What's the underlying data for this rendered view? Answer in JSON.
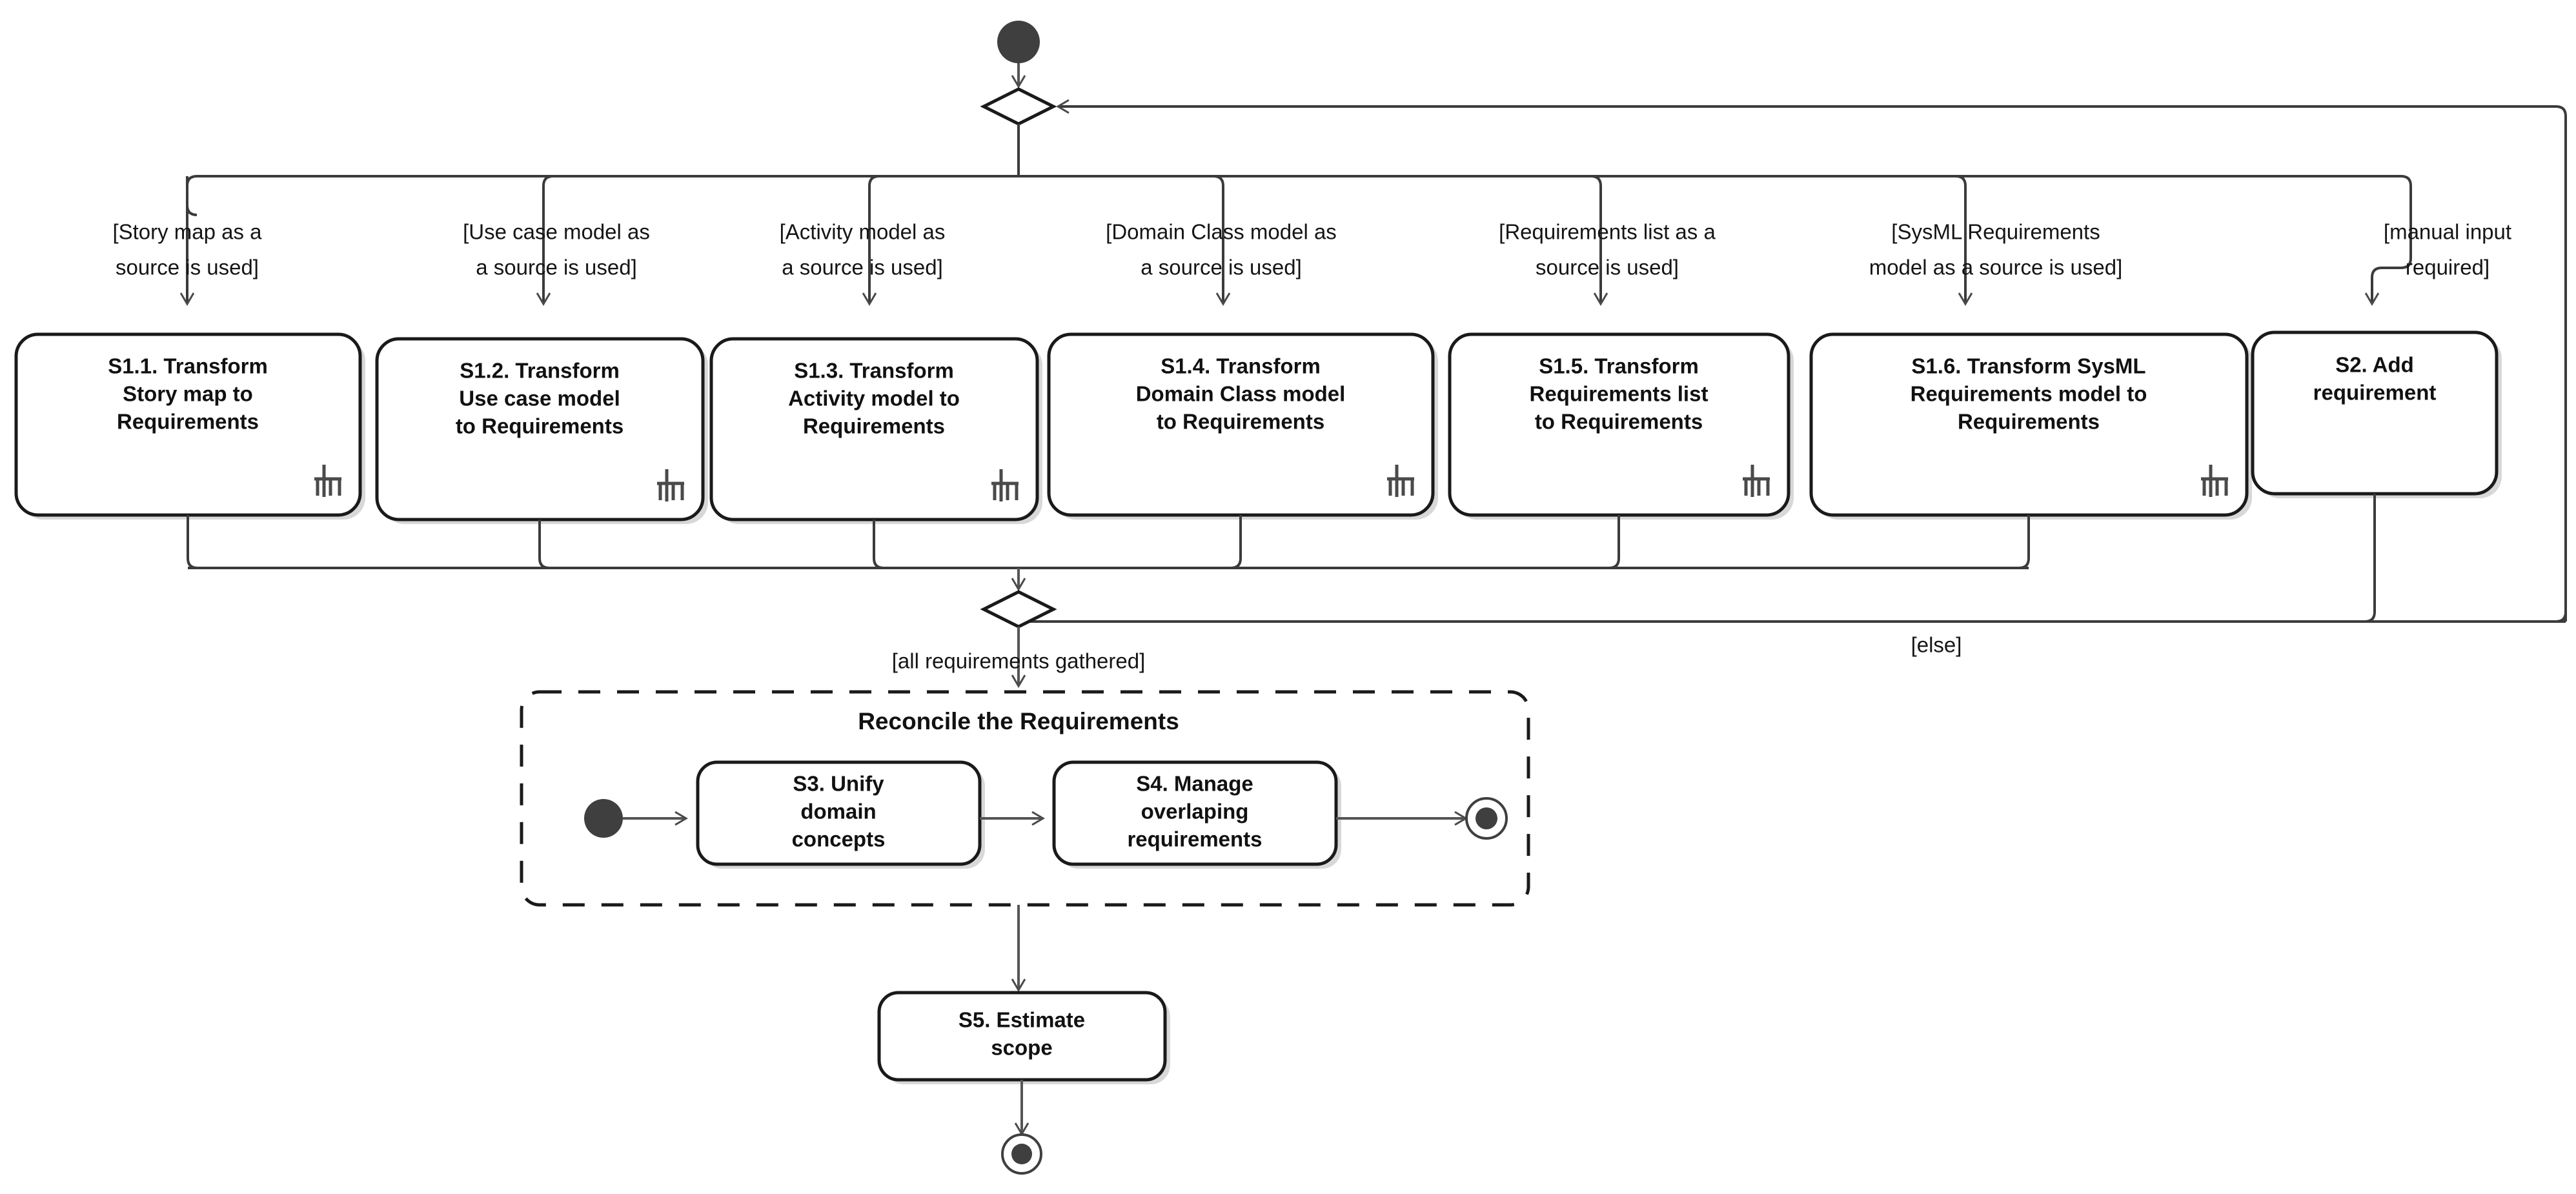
{
  "diagram": {
    "type": "uml-activity-diagram",
    "title": "Requirements gathering activity"
  },
  "nodes": {
    "initial": {
      "name": "initial-node"
    },
    "merge_top": {
      "name": "merge-node-top"
    },
    "fork_top": {
      "name": "fork-bar-top"
    },
    "merge_bottom": {
      "name": "join-bar-bottom"
    },
    "decision_bottom": {
      "name": "decision-node-all-requirements"
    },
    "final": {
      "name": "activity-final-node"
    }
  },
  "guards": {
    "story_map": "[Story map as a\nsource is used]",
    "use_case": "[Use case model as\na source is used]",
    "activity_model": "[Activity model as\na source is used]",
    "domain_class": "[Domain Class model as\na source is used]",
    "requirements_list": "[Requirements list as a\nsource is used]",
    "sysml": "[SysML Requirements\nmodel as a source is used]",
    "manual_input": "[manual input\nrequired]",
    "all_gathered": "[all requirements gathered]",
    "else": "[else]"
  },
  "activities": [
    {
      "id": "s1_1",
      "label": "S1.1. Transform\nStory map to\nRequirements",
      "rake": true
    },
    {
      "id": "s1_2",
      "label": "S1.2. Transform\nUse case model\nto Requirements",
      "rake": true
    },
    {
      "id": "s1_3",
      "label": "S1.3. Transform\nActivity model to\nRequirements",
      "rake": true
    },
    {
      "id": "s1_4",
      "label": "S1.4. Transform\nDomain Class model\nto Requirements",
      "rake": true
    },
    {
      "id": "s1_5",
      "label": "S1.5. Transform\nRequirements list\nto Requirements",
      "rake": true
    },
    {
      "id": "s1_6",
      "label": "S1.6. Transform SysML\nRequirements model to\nRequirements",
      "rake": true
    },
    {
      "id": "s2",
      "label": "S2. Add\nrequirement",
      "rake": false
    }
  ],
  "region": {
    "title": "Reconcile the Requirements",
    "activities": [
      {
        "id": "s3",
        "label": "S3. Unify\ndomain\nconcepts",
        "rake": false
      },
      {
        "id": "s4",
        "label": "S4. Manage\noverlaping\nrequirements",
        "rake": false
      }
    ]
  },
  "final_activity": {
    "id": "s5",
    "label": "S5. Estimate\nscope",
    "rake": false
  },
  "colors": {
    "stroke": "#1a1a1a",
    "edge": "#3b3b3b",
    "fill": "#ffffff",
    "node_fill": "#3f3f3f",
    "shadow": "#d8d8d8",
    "rake": "#4a4a4a"
  }
}
